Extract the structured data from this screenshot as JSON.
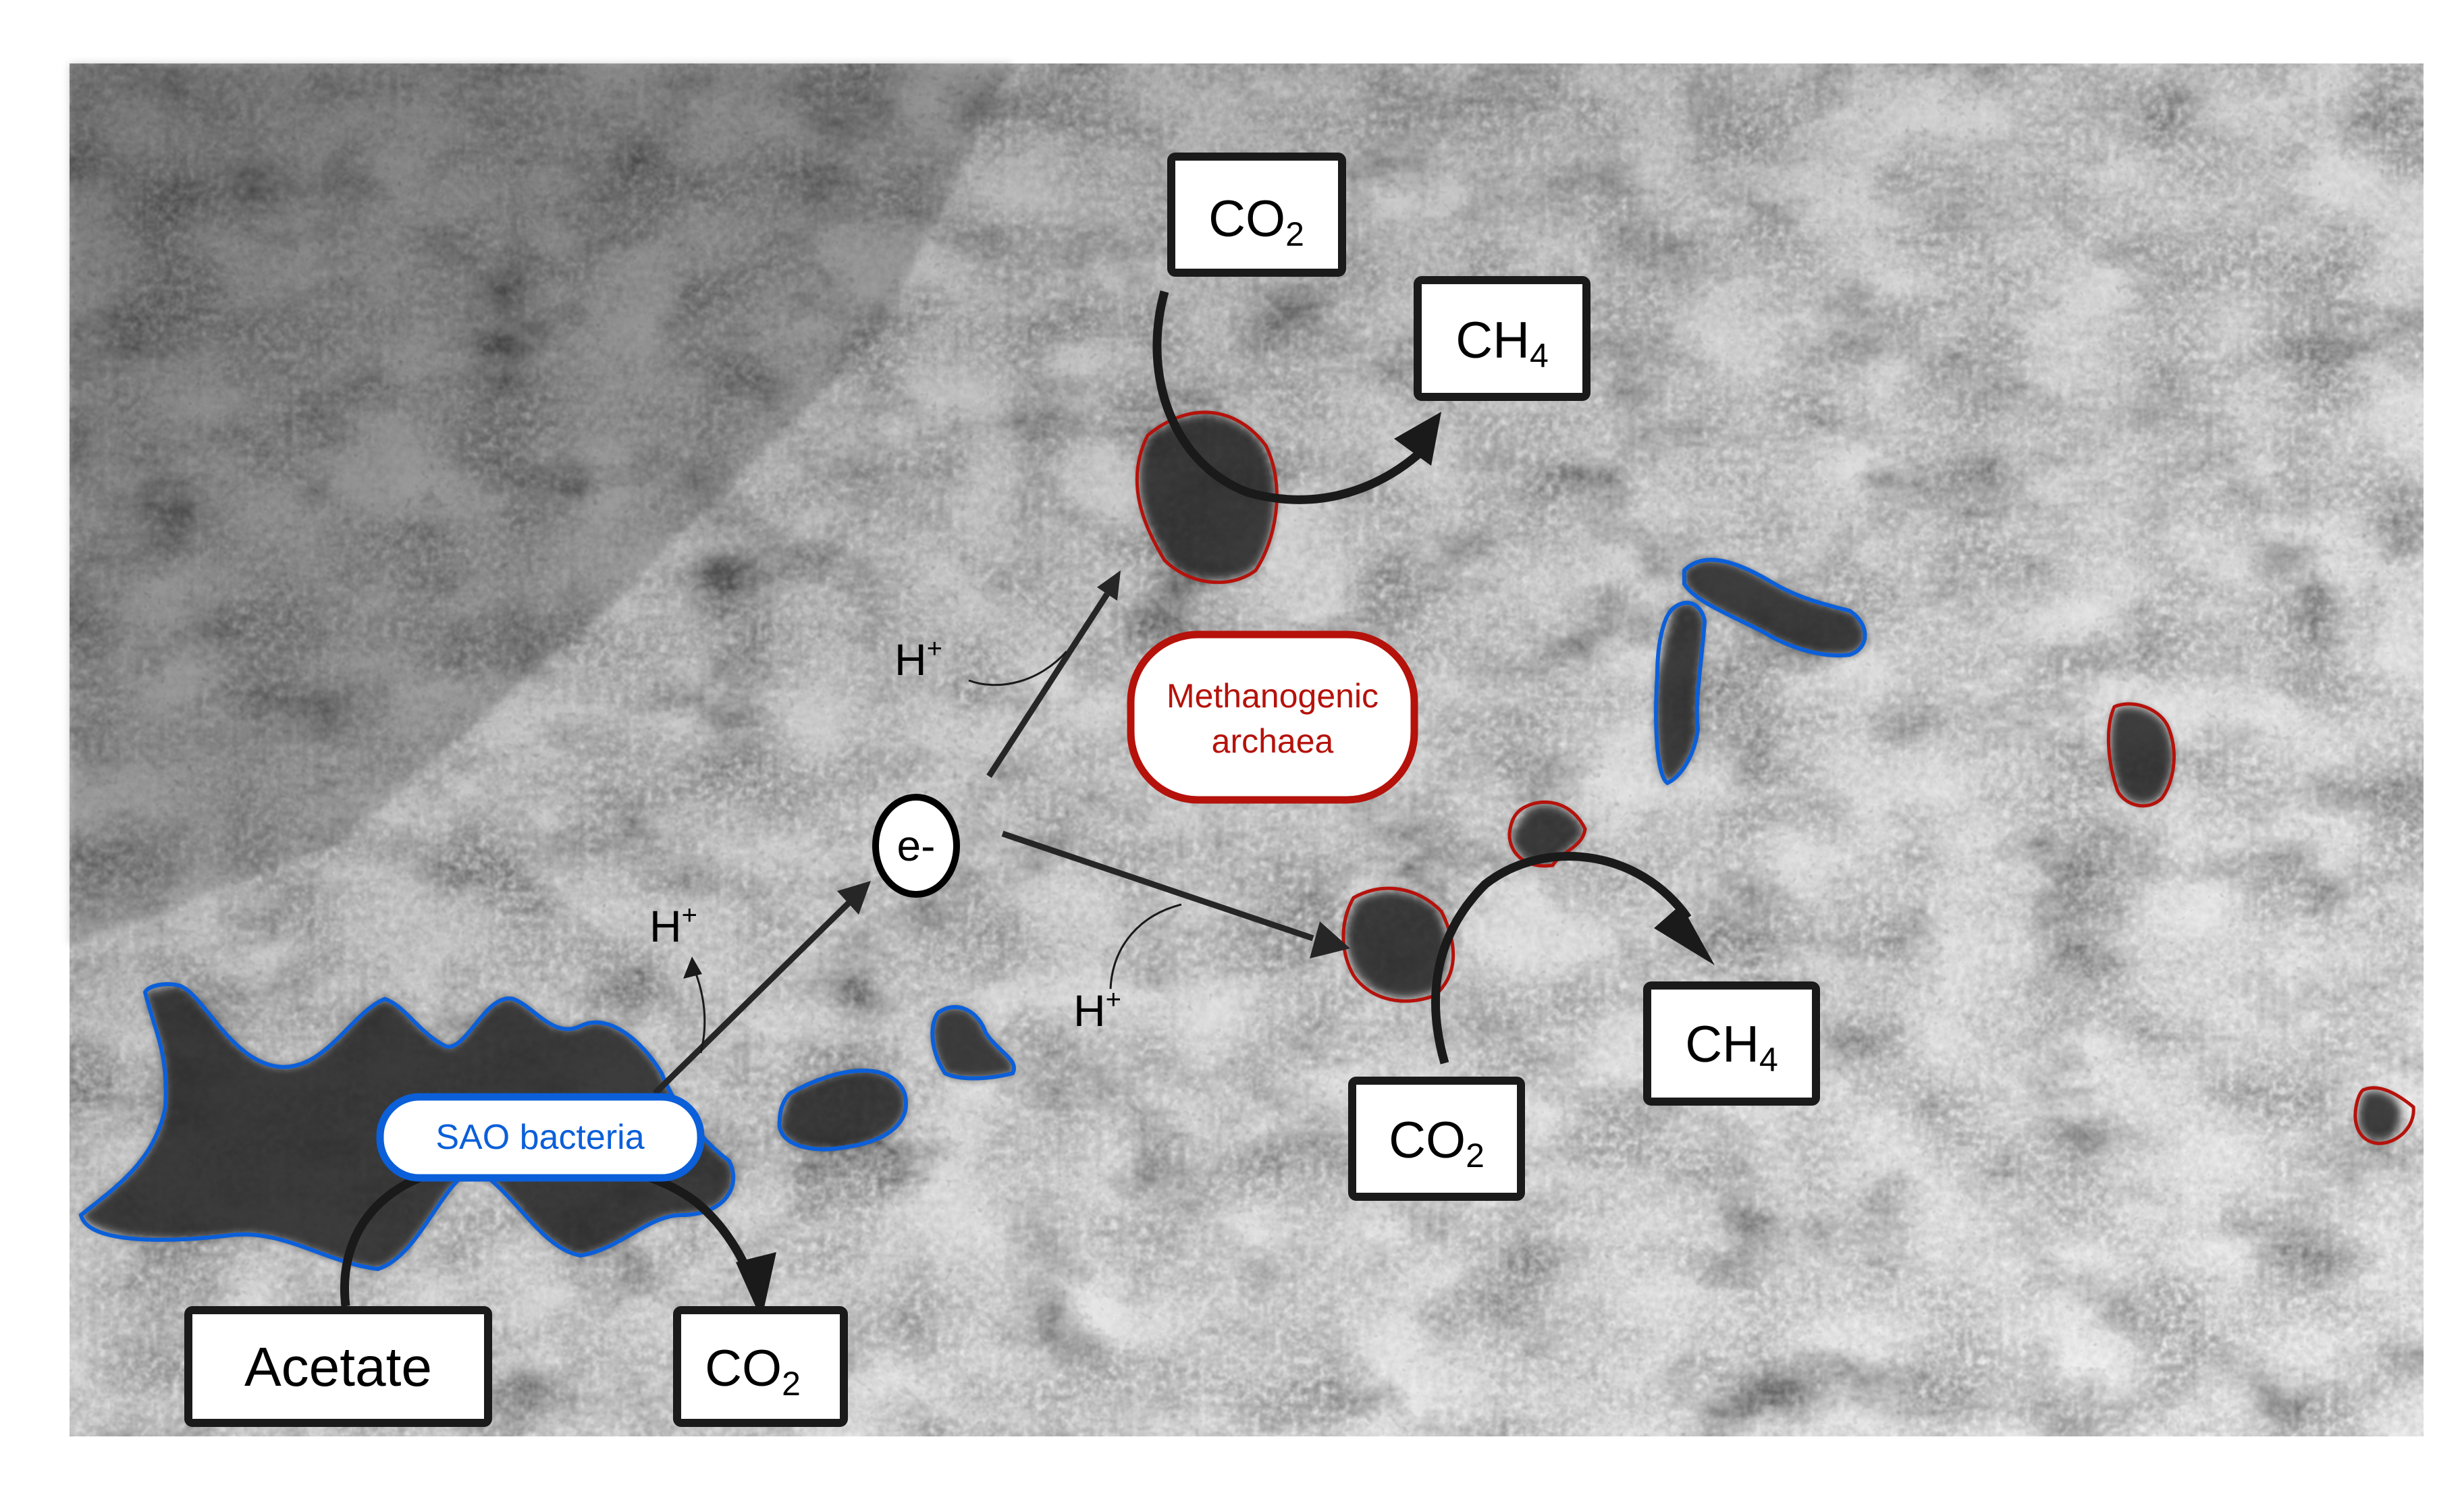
{
  "figure": {
    "background": "scanning-electron-micrograph-grayscale",
    "colors": {
      "sao_blue": "#0b5fd9",
      "archaea_red": "#b5120b",
      "arrow_dark": "#1a1a1a",
      "box_fill": "#ffffff"
    }
  },
  "labels": {
    "sao_bacteria": "SAO bacteria",
    "methanogenic_line1": "Methanogenic",
    "methanogenic_line2": "archaea",
    "electron": "e-"
  },
  "boxes": {
    "acetate": {
      "text": "Acetate",
      "sub": ""
    },
    "co2_sao": {
      "text": "CO",
      "sub": "2"
    },
    "co2_top": {
      "text": "CO",
      "sub": "2"
    },
    "ch4_top": {
      "text": "CH",
      "sub": "4"
    },
    "co2_right": {
      "text": "CO",
      "sub": "2"
    },
    "ch4_right": {
      "text": "CH",
      "sub": "4"
    }
  },
  "protons": {
    "h_left": {
      "text": "H",
      "sup": "+"
    },
    "h_top": {
      "text": "H",
      "sup": "+"
    },
    "h_right": {
      "text": "H",
      "sup": "+"
    }
  },
  "legend_semantics": {
    "blue_outline": "SAO bacteria cells",
    "red_outline": "Methanogenic archaea cells"
  }
}
